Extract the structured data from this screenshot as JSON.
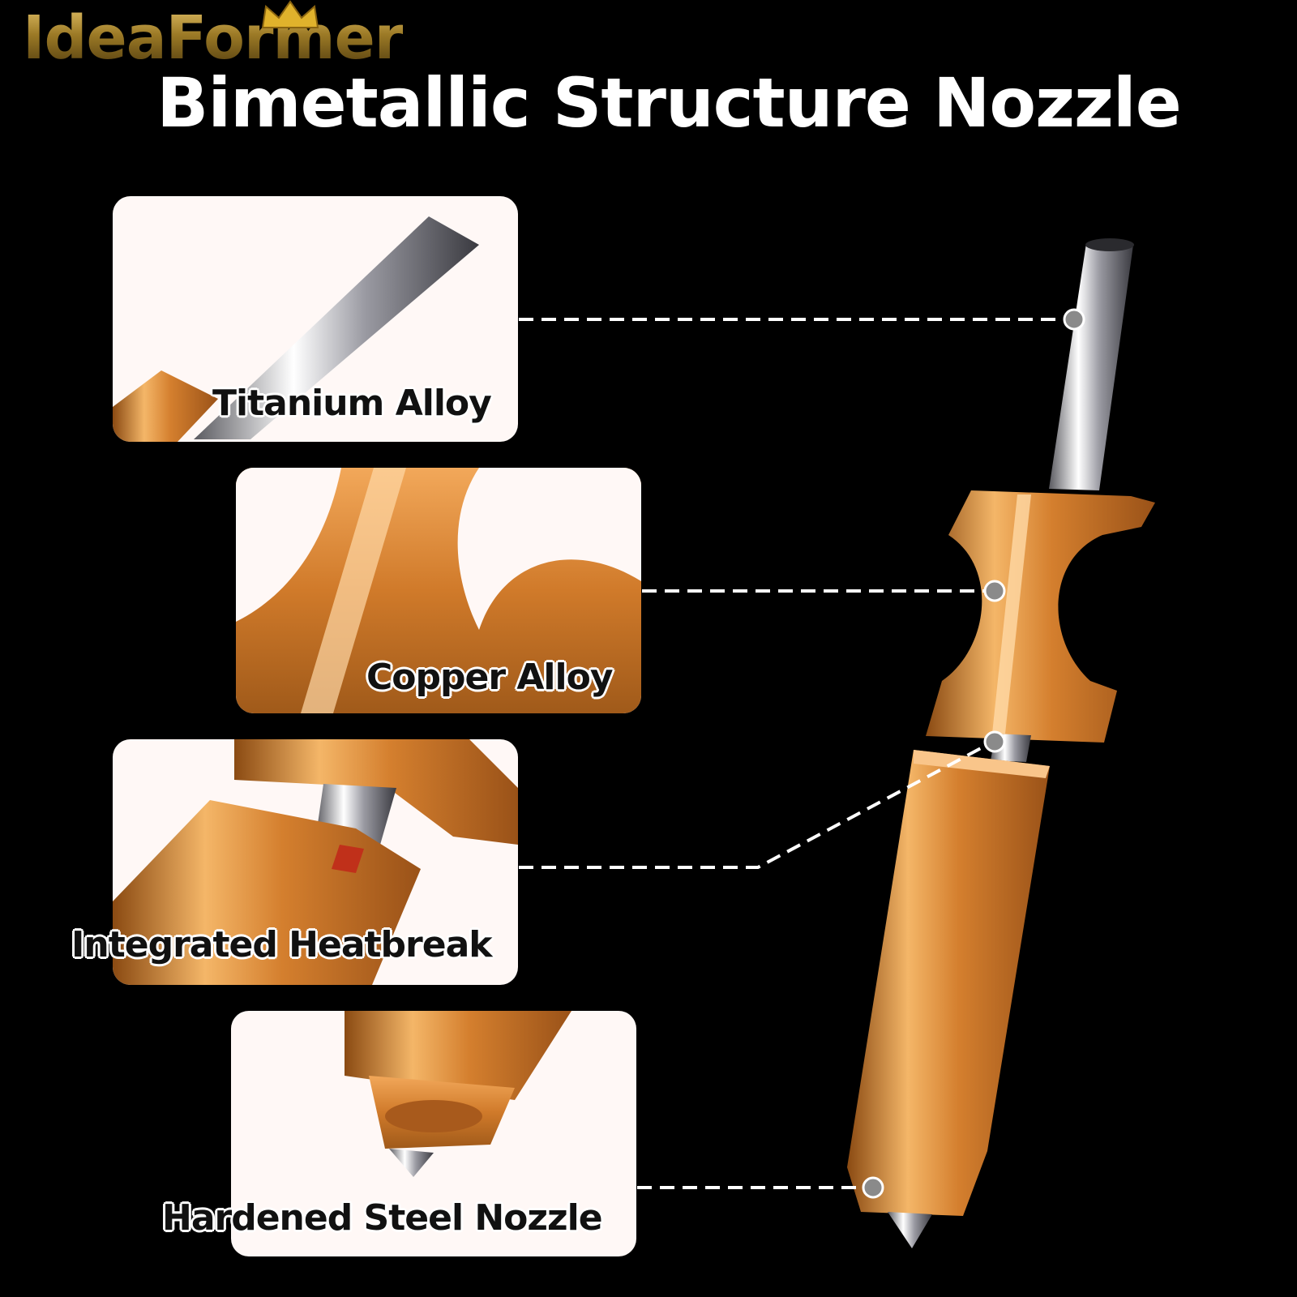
{
  "brand": {
    "logo_text": "IdeaFormer"
  },
  "header": {
    "title": "Bimetallic Structure Nozzle"
  },
  "callouts": [
    {
      "label": "Titanium Alloy"
    },
    {
      "label": "Copper Alloy"
    },
    {
      "label": "Integrated Heatbreak"
    },
    {
      "label": "Hardened Steel Nozzle"
    }
  ],
  "colors": {
    "background": "#000000",
    "card": "#fff8f6",
    "copper": "#d98a3a",
    "steel": "#c8c8cc",
    "title": "#ffffff"
  }
}
